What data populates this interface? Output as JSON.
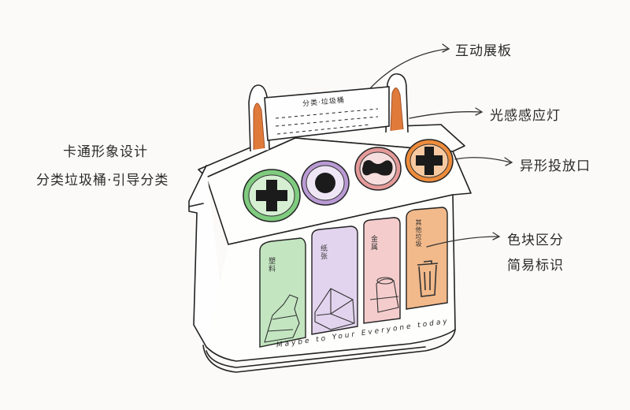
{
  "board_title": "分类·垃圾桶",
  "left_note": {
    "line1": "卡通形象设计",
    "line2": "分类垃圾桶·引导分类"
  },
  "callouts": {
    "display_board": "互动展板",
    "sensor_light": "光感感应灯",
    "openings": "异形投放口",
    "color_zones_line1": "色块区分",
    "color_zones_line2": "简易标识"
  },
  "bins": [
    {
      "label": "塑料",
      "color": "#b9dfb8"
    },
    {
      "label": "纸张",
      "color": "#d9c9e8"
    },
    {
      "label": "金属",
      "color": "#f2c4c4"
    },
    {
      "label": "其他垃圾",
      "color": "#efb27c"
    }
  ],
  "openings": [
    {
      "icon": "cross-slot-icon",
      "ring": "#6bbf6b"
    },
    {
      "icon": "circle-slot-icon",
      "ring": "#b393cc"
    },
    {
      "icon": "bone-slot-icon",
      "ring": "#e08b8b"
    },
    {
      "icon": "cross-slot-icon",
      "ring": "#e88a3d"
    }
  ],
  "base_slogan": "Maybe to Your Everyone today"
}
